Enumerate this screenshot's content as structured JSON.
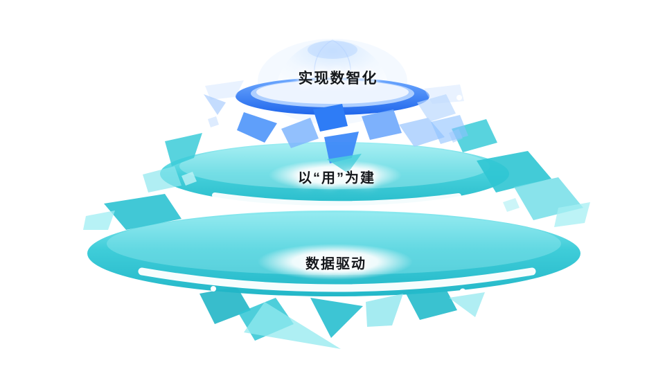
{
  "tiers": [
    {
      "id": "top",
      "label": "实现数智化",
      "platform_color": "#2E7CF6"
    },
    {
      "id": "middle",
      "label": "以“用”为建",
      "platform_color": "#2EC5D3"
    },
    {
      "id": "bottom",
      "label": "数据驱动",
      "platform_color": "#2EC5D3"
    }
  ],
  "icons": {
    "globe_dome": "globe-dome-icon",
    "crystal": "crystal-shard-icon"
  },
  "colors": {
    "blue_primary": "#2E7CF6",
    "blue_mid": "#5A9BFB",
    "blue_light": "#8EC1FF",
    "blue_pale": "#CFE3FF",
    "teal_primary": "#2EC5D3",
    "teal_dark": "#22B6C7",
    "teal_light": "#7FE4EC",
    "teal_pale": "#A5EFF3",
    "label_text": "#15181C",
    "highlight_white": "#FFFFFF",
    "background": "#FFFFFF"
  }
}
